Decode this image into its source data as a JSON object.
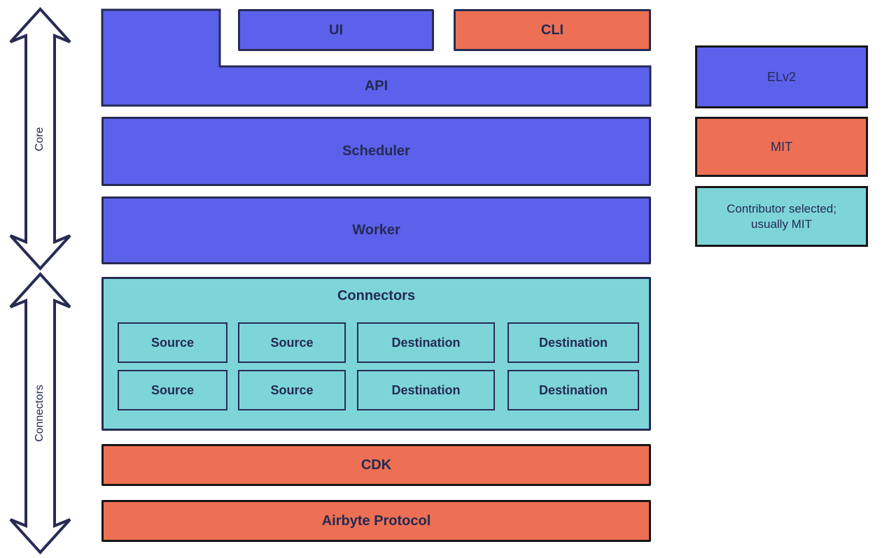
{
  "colors": {
    "blue": "#5b61eb",
    "orange": "#ed7054",
    "teal": "#7dd5d8",
    "navy": "#272b54",
    "text": "#242a52",
    "dark": "#161616"
  },
  "arrows": {
    "core": "Core",
    "connectors": "Connectors"
  },
  "stack": {
    "ui": "UI",
    "cli": "CLI",
    "api": "API",
    "scheduler": "Scheduler",
    "worker": "Worker",
    "connectors_title": "Connectors",
    "connector_cells": [
      "Source",
      "Source",
      "Destination",
      "Destination",
      "Source",
      "Source",
      "Destination",
      "Destination"
    ],
    "cdk": "CDK",
    "protocol": "Airbyte Protocol"
  },
  "legend": {
    "items": [
      {
        "label": "ELv2",
        "color": "#5b61eb"
      },
      {
        "label": "MIT",
        "color": "#ed7054"
      },
      {
        "label": "Contributor selected; usually MIT",
        "color": "#7dd5d8"
      }
    ]
  }
}
